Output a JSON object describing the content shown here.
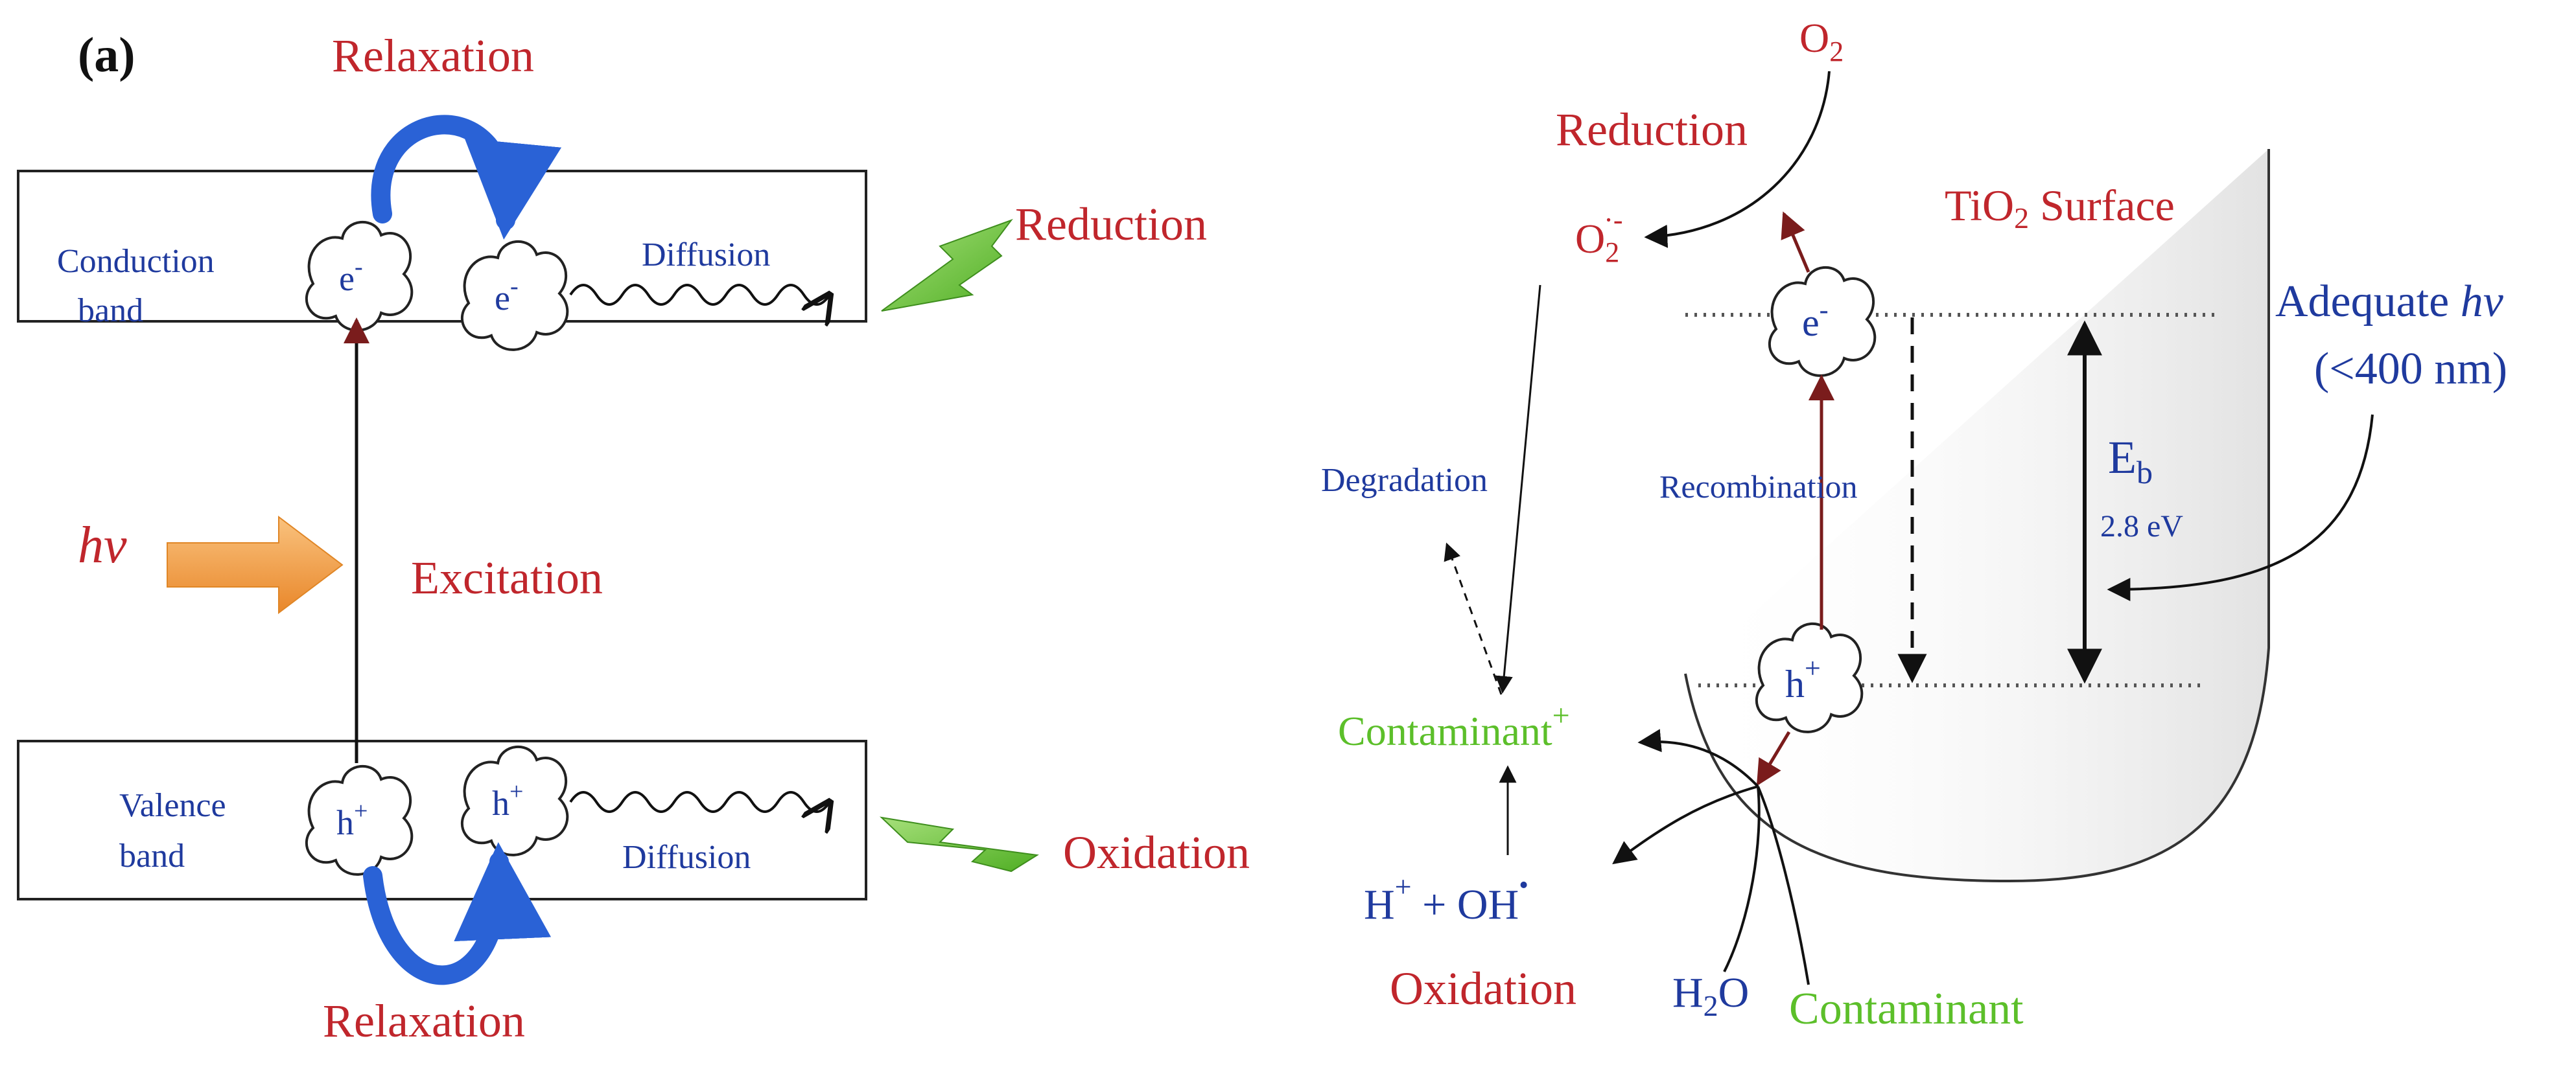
{
  "colors": {
    "red": "#c0262c",
    "blue": "#1f3a9e",
    "green": "#5cbf2a",
    "black": "#111111",
    "orange": "#f39a3a",
    "blue_arc": "#2a62d6",
    "brown": "#7a1c1c"
  },
  "left": {
    "panel_label": "(a)",
    "relax_top": "Relaxation",
    "relax_bottom": "Relaxation",
    "cb_line1": "Conduction",
    "cb_line2": "band",
    "vb_line1": "Valence",
    "vb_line2": "band",
    "diffusion_top": "Diffusion",
    "diffusion_bottom": "Diffusion",
    "reduction": "Reduction",
    "oxidation": "Oxidation",
    "excitation": "Excitation",
    "hv": "hv",
    "electron": "e",
    "electron_sup": "-",
    "hole": "h",
    "hole_sup": "+"
  },
  "right": {
    "o2": "O",
    "o2_sub": "2",
    "o2_radical": "O",
    "o2_radical_sub": "2",
    "o2_radical_sup": "·-",
    "reduction": "Reduction",
    "surface_prefix": "TiO",
    "surface_sub": "2",
    "surface_suffix": " Surface",
    "adequate_prefix": "Adequate ",
    "adequate_hv": "hv",
    "wavelength": "(<400 nm)",
    "eb": "E",
    "eb_sub": "b",
    "eb_value": "2.8 eV",
    "degradation": "Degradation",
    "recombination": "Recombination",
    "contaminant_plus": "Contaminant",
    "contaminant_plus_sup": "+",
    "h_plus": "H",
    "h_plus_sup": "+",
    "oh": " + OH",
    "oh_sup": "•",
    "oxidation": "Oxidation",
    "h2o_h": "H",
    "h2o_sub": "2",
    "h2o_o": "O",
    "contaminant": "Contaminant",
    "electron": "e",
    "electron_sup": "-",
    "hole": "h",
    "hole_sup": "+"
  }
}
